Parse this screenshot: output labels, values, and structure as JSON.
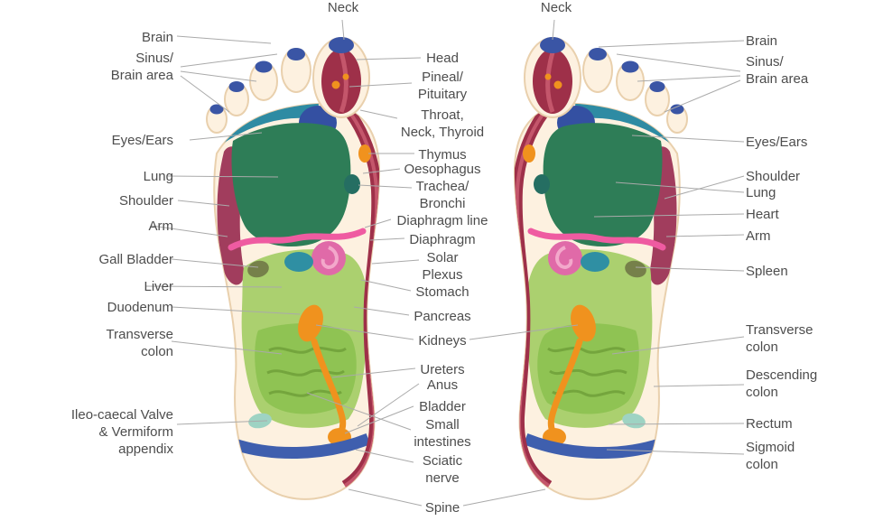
{
  "colors": {
    "skin": "#fdf1e0",
    "outline": "#e9d0ad",
    "toe_tip_blue": "#3a55a5",
    "spine_red": "#9e3049",
    "spine_red_light": "#c4566b",
    "shoulder_maroon": "#a13d5d",
    "eyes_ears_teal": "#2e8ba3",
    "eyes_blue": "#3450a2",
    "lung_green": "#2e7d57",
    "diaphragm_pink": "#ef5ba1",
    "stomach_pink": "#e06aa8",
    "solar_plexus_teal": "#2f8fa3",
    "digest_green": "#abd06f",
    "intestine_green": "#8fc353",
    "intestine_line": "#74a53d",
    "organ_olive": "#76804a",
    "kidney_orange": "#f0921e",
    "valve_teal": "#9ed3c3",
    "sciatic_blue": "#3f5fae",
    "trachea_teal": "#256e62",
    "leader_line": "#aaaaaa",
    "label_text": "#4d4d4d"
  },
  "labels": {
    "top": {
      "neck_left": "Neck",
      "neck_right": "Neck"
    },
    "left": [
      {
        "id": "brain",
        "text": "Brain"
      },
      {
        "id": "sinus-brain-area",
        "text": "Sinus/\nBrain area"
      },
      {
        "id": "eyes-ears",
        "text": "Eyes/Ears"
      },
      {
        "id": "lung",
        "text": "Lung"
      },
      {
        "id": "shoulder",
        "text": "Shoulder"
      },
      {
        "id": "arm",
        "text": "Arm"
      },
      {
        "id": "gall-bladder",
        "text": "Gall Bladder"
      },
      {
        "id": "liver",
        "text": "Liver"
      },
      {
        "id": "duodenum",
        "text": "Duodenum"
      },
      {
        "id": "transverse-colon",
        "text": "Transverse\ncolon"
      },
      {
        "id": "ileo-caecal",
        "text": "Ileo-caecal Valve\n& Vermiform\nappendix"
      }
    ],
    "center": [
      {
        "id": "head",
        "text": "Head"
      },
      {
        "id": "pineal-pituitary",
        "text": "Pineal/\nPituitary"
      },
      {
        "id": "throat-neck-thyroid",
        "text": "Throat,\nNeck, Thyroid"
      },
      {
        "id": "thymus",
        "text": "Thymus"
      },
      {
        "id": "oesophagus",
        "text": "Oesophagus"
      },
      {
        "id": "trachea-bronchi",
        "text": "Trachea/\nBronchi"
      },
      {
        "id": "diaphragm-line",
        "text": "Diaphragm line"
      },
      {
        "id": "diaphragm",
        "text": "Diaphragm"
      },
      {
        "id": "solar-plexus",
        "text": "Solar\nPlexus"
      },
      {
        "id": "stomach",
        "text": "Stomach"
      },
      {
        "id": "pancreas",
        "text": "Pancreas"
      },
      {
        "id": "kidneys",
        "text": "Kidneys"
      },
      {
        "id": "ureters",
        "text": "Ureters"
      },
      {
        "id": "anus",
        "text": "Anus"
      },
      {
        "id": "bladder",
        "text": "Bladder"
      },
      {
        "id": "small-intestines",
        "text": "Small\nintestines"
      },
      {
        "id": "sciatic-nerve",
        "text": "Sciatic\nnerve"
      },
      {
        "id": "spine",
        "text": "Spine"
      }
    ],
    "right": [
      {
        "id": "brain",
        "text": "Brain"
      },
      {
        "id": "sinus-brain-area",
        "text": "Sinus/\nBrain area"
      },
      {
        "id": "eyes-ears",
        "text": "Eyes/Ears"
      },
      {
        "id": "shoulder",
        "text": "Shoulder"
      },
      {
        "id": "lung",
        "text": "Lung"
      },
      {
        "id": "heart",
        "text": "Heart"
      },
      {
        "id": "arm",
        "text": "Arm"
      },
      {
        "id": "spleen",
        "text": "Spleen"
      },
      {
        "id": "transverse-colon",
        "text": "Transverse\ncolon"
      },
      {
        "id": "descending-colon",
        "text": "Descending\ncolon"
      },
      {
        "id": "rectum",
        "text": "Rectum"
      },
      {
        "id": "sigmoid-colon",
        "text": "Sigmoid\ncolon"
      }
    ]
  }
}
